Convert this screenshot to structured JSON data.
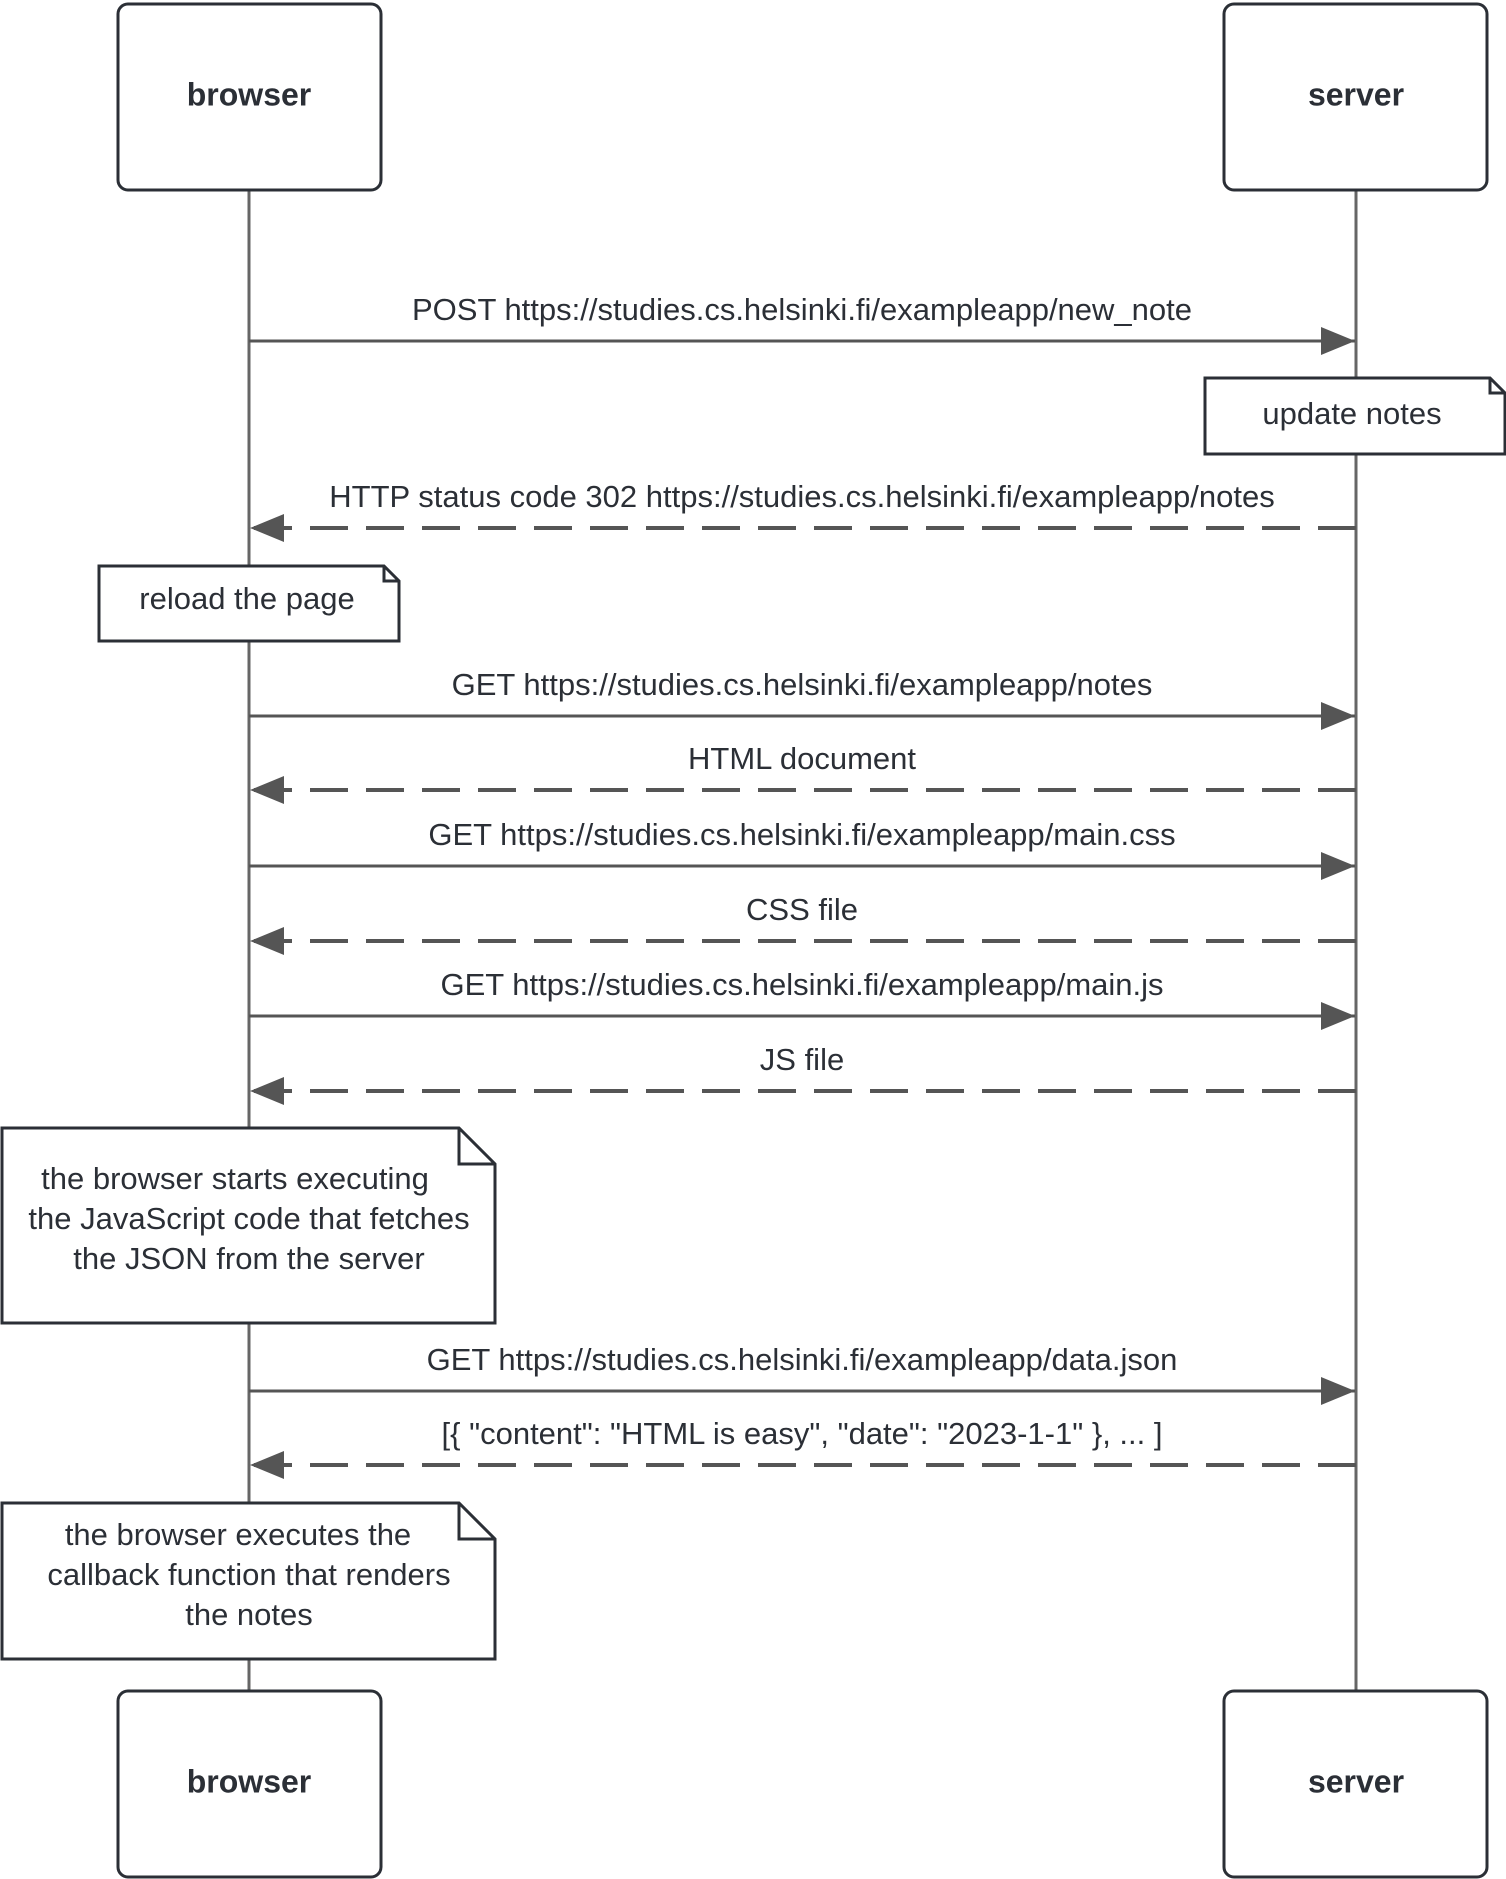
{
  "participants": {
    "browser": "browser",
    "server": "server"
  },
  "messages": [
    {
      "id": "m1",
      "from": "browser",
      "to": "server",
      "kind": "request",
      "label": "POST https://studies.cs.helsinki.fi/exampleapp/new_note"
    },
    {
      "id": "m2",
      "from": "server",
      "to": "browser",
      "kind": "response",
      "label": "HTTP status code 302 https://studies.cs.helsinki.fi/exampleapp/notes"
    },
    {
      "id": "m3",
      "from": "browser",
      "to": "server",
      "kind": "request",
      "label": "GET https://studies.cs.helsinki.fi/exampleapp/notes"
    },
    {
      "id": "m4",
      "from": "server",
      "to": "browser",
      "kind": "response",
      "label": "HTML document"
    },
    {
      "id": "m5",
      "from": "browser",
      "to": "server",
      "kind": "request",
      "label": "GET https://studies.cs.helsinki.fi/exampleapp/main.css"
    },
    {
      "id": "m6",
      "from": "server",
      "to": "browser",
      "kind": "response",
      "label": "CSS file"
    },
    {
      "id": "m7",
      "from": "browser",
      "to": "server",
      "kind": "request",
      "label": "GET https://studies.cs.helsinki.fi/exampleapp/main.js"
    },
    {
      "id": "m8",
      "from": "server",
      "to": "browser",
      "kind": "response",
      "label": "JS file"
    },
    {
      "id": "m9",
      "from": "browser",
      "to": "server",
      "kind": "request",
      "label": "GET https://studies.cs.helsinki.fi/exampleapp/data.json"
    },
    {
      "id": "m10",
      "from": "server",
      "to": "browser",
      "kind": "response",
      "label": "[{ \"content\": \"HTML is easy\", \"date\": \"2023-1-1\" }, ... ]"
    }
  ],
  "notes": [
    {
      "id": "n1",
      "on": "server",
      "lines": [
        "update notes"
      ]
    },
    {
      "id": "n2",
      "on": "browser",
      "lines": [
        "reload the page"
      ]
    },
    {
      "id": "n3",
      "on": "browser",
      "lines": [
        "the browser starts executing",
        "the JavaScript code that fetches",
        "the JSON from the server"
      ]
    },
    {
      "id": "n4",
      "on": "browser",
      "lines": [
        "the browser executes the",
        "callback function that renders",
        "the notes"
      ]
    }
  ]
}
